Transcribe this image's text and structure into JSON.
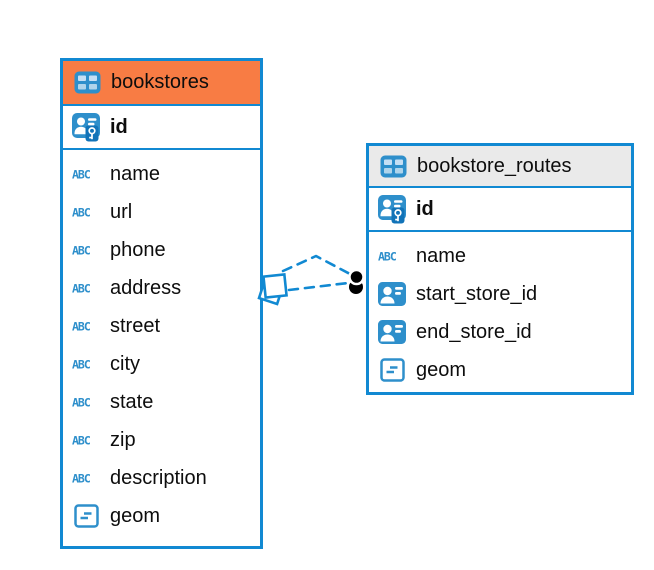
{
  "colors": {
    "accent_blue": "#1189D2",
    "icon_blue": "#2E8FCB",
    "selected_header_orange": "#F87C44",
    "header_gray": "#EAEAEA",
    "text": "#0d0d0d",
    "canvas": "#FFFFFF",
    "endpoint_dot": "#000000"
  },
  "tables": [
    {
      "title": "bookstores",
      "selected": true,
      "header_icon": "table-icon",
      "primary_key": {
        "label": "id",
        "icon": "primary-key-icon"
      },
      "columns": [
        {
          "label": "name",
          "icon": "text-column-icon"
        },
        {
          "label": "url",
          "icon": "text-column-icon"
        },
        {
          "label": "phone",
          "icon": "text-column-icon"
        },
        {
          "label": "address",
          "icon": "text-column-icon"
        },
        {
          "label": "street",
          "icon": "text-column-icon"
        },
        {
          "label": "city",
          "icon": "text-column-icon"
        },
        {
          "label": "state",
          "icon": "text-column-icon"
        },
        {
          "label": "zip",
          "icon": "text-column-icon"
        },
        {
          "label": "description",
          "icon": "text-column-icon"
        },
        {
          "label": "geom",
          "icon": "geometry-column-icon"
        }
      ]
    },
    {
      "title": "bookstore_routes",
      "selected": false,
      "header_icon": "table-icon",
      "primary_key": {
        "label": "id",
        "icon": "primary-key-icon"
      },
      "columns": [
        {
          "label": "name",
          "icon": "text-column-icon"
        },
        {
          "label": "start_store_id",
          "icon": "reference-column-icon"
        },
        {
          "label": "end_store_id",
          "icon": "reference-column-icon"
        },
        {
          "label": "geom",
          "icon": "geometry-column-icon"
        }
      ]
    }
  ],
  "relationships": [
    {
      "from_table": "bookstores",
      "to_table": "bookstore_routes",
      "from_endpoint": "diamond",
      "to_endpoint": "filled-circle",
      "line_style": "dashed"
    },
    {
      "from_table": "bookstores",
      "to_table": "bookstore_routes",
      "from_endpoint": "diamond",
      "to_endpoint": "filled-circle",
      "line_style": "dashed"
    }
  ]
}
